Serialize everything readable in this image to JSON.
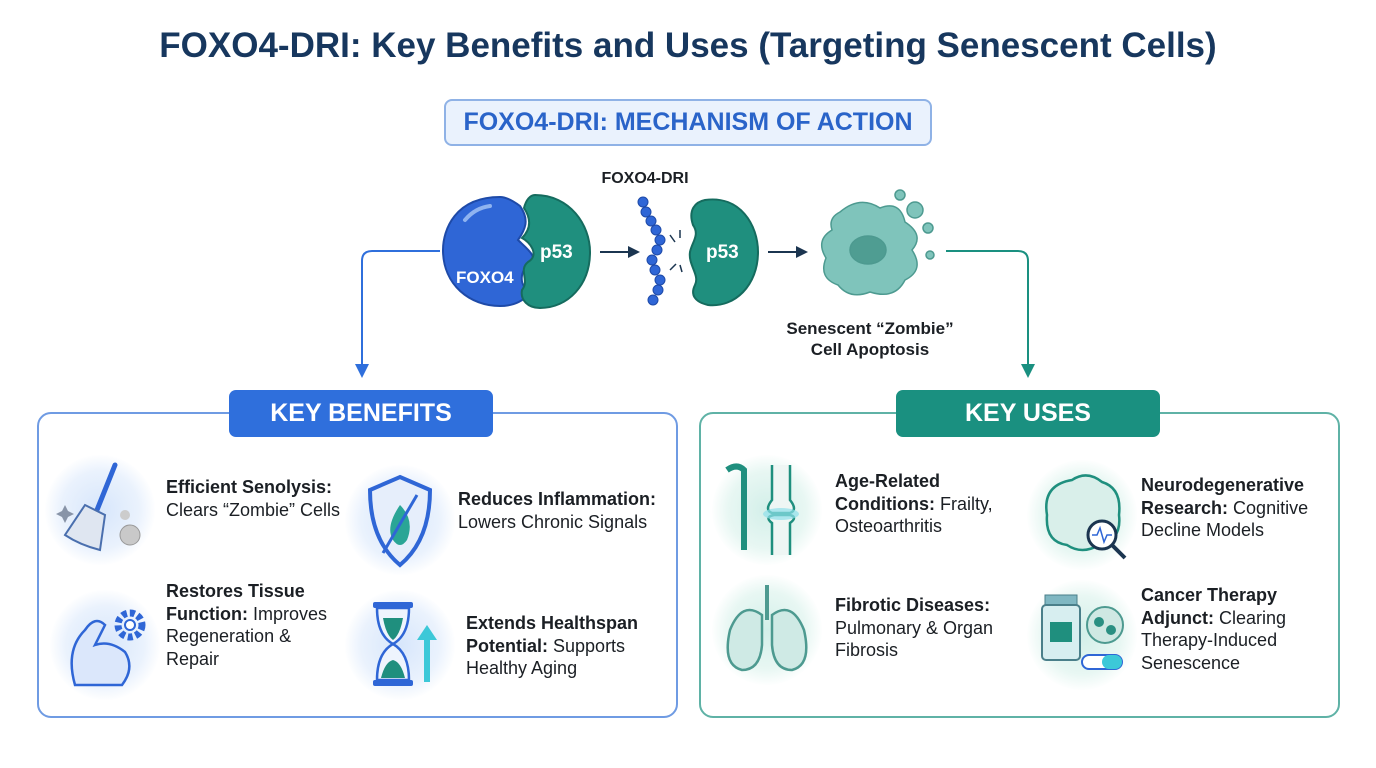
{
  "title": "FOXO4-DRI: Key Benefits and Uses (Targeting Senescent Cells)",
  "mechanism": {
    "title": "FOXO4-DRI: MECHANISM OF ACTION",
    "foxo4_label": "FOXO4",
    "p53_label": "p53",
    "peptide_label": "FOXO4-DRI",
    "p53_label_2": "p53",
    "result_line1": "Senescent “Zombie”",
    "result_line2": "Cell Apoptosis"
  },
  "colors": {
    "title": "#17375e",
    "benefits": "#2f6fdc",
    "uses": "#1a9080"
  },
  "benefits": {
    "header": "KEY BENEFITS",
    "items": [
      {
        "bold": "Efficient Senolysis:",
        "text": " Clears “Zombie” Cells",
        "icon": "broom-icon"
      },
      {
        "bold": "Reduces Inflammation:",
        "text": " Lowers Chronic Signals",
        "icon": "shield-flame-icon"
      },
      {
        "bold": "Restores Tissue Function:",
        "text": " Improves Regeneration & Repair",
        "icon": "muscle-gear-icon"
      },
      {
        "bold": "Extends Healthspan Potential:",
        "text": " Supports Healthy Aging",
        "icon": "hourglass-icon"
      }
    ]
  },
  "uses": {
    "header": "KEY USES",
    "items": [
      {
        "bold": "Age-Related Conditions:",
        "text": " Frailty, Osteoarthritis",
        "icon": "cane-joint-icon"
      },
      {
        "bold": "Neurodegenerative Research:",
        "text": " Cognitive Decline Models",
        "icon": "brain-icon"
      },
      {
        "bold": "Fibrotic Diseases:",
        "text": " Pulmonary & Organ Fibrosis",
        "icon": "lungs-icon"
      },
      {
        "bold": "Cancer Therapy Adjunct:",
        "text": " Clearing Therapy-Induced Senescence",
        "icon": "medicine-icon"
      }
    ]
  }
}
